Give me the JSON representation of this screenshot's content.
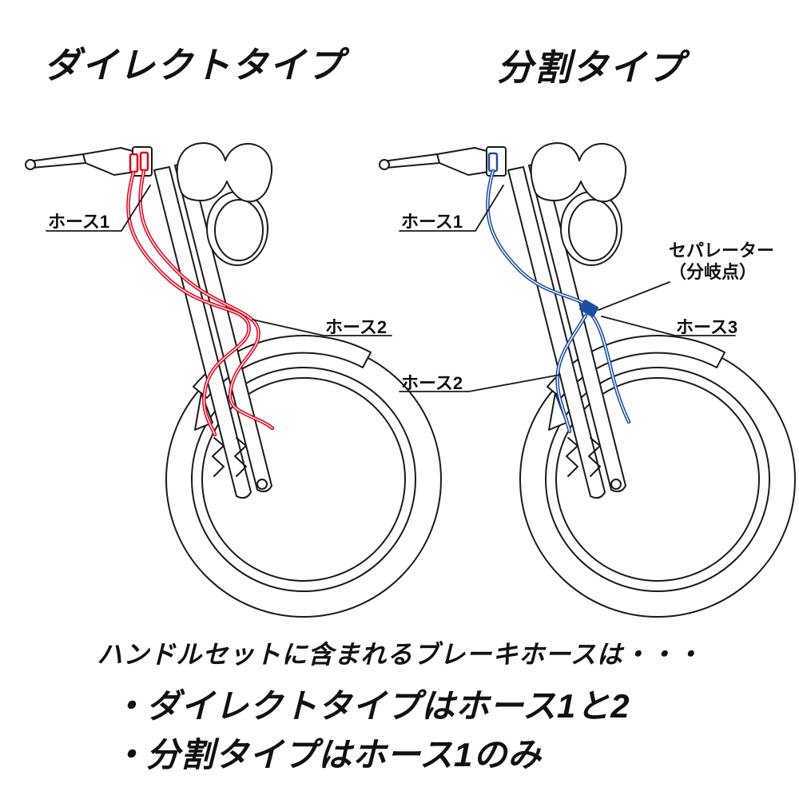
{
  "headings": {
    "direct": "ダイレクトタイプ",
    "split": "分割タイプ"
  },
  "diagram": {
    "direct": {
      "hose1_label": "ホース1",
      "hose2_label": "ホース2"
    },
    "split": {
      "hose1_label": "ホース1",
      "separator_label_line1": "セパレーター",
      "separator_label_line2": "（分岐点）",
      "hose3_label": "ホース3",
      "hose2_label": "ホース2"
    }
  },
  "footer": {
    "intro": "ハンドルセットに含まれるブレーキホースは・・・",
    "bullet_direct": "・ダイレクトタイプはホース1と2",
    "bullet_split": "・分割タイプはホース1のみ"
  },
  "colors": {
    "outline": "#1a1a1a",
    "direct_hose": "#e60019",
    "split_hose": "#1c4ea1",
    "text": "#111111"
  }
}
